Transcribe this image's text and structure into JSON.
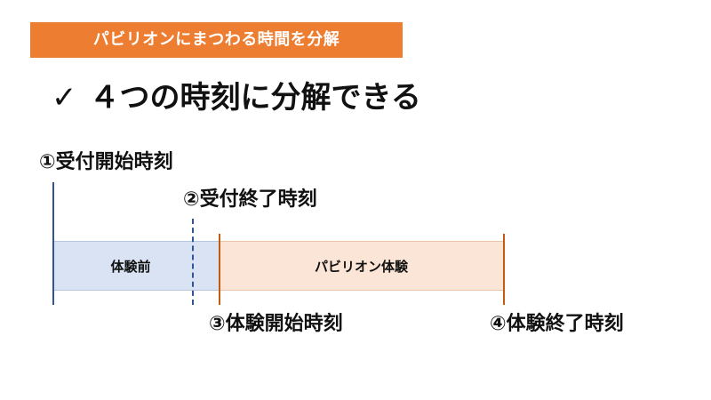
{
  "header": {
    "badge": "パビリオンにまつわる時間を分解"
  },
  "heading": {
    "check": "✓",
    "text": "４つの時刻に分解できる"
  },
  "timeline": {
    "labels": [
      "①受付開始時刻",
      "②受付終了時刻",
      "③体験開始時刻",
      "④体験終了時刻"
    ],
    "phases": [
      "体験前",
      "パビリオン体験"
    ]
  },
  "colors": {
    "header_bg": "#ED7D31",
    "before_fill": "#DAE3F3",
    "pavilion_fill": "#FBE5D6",
    "blue_line": "#2F5597",
    "orange_line": "#C55A11"
  }
}
